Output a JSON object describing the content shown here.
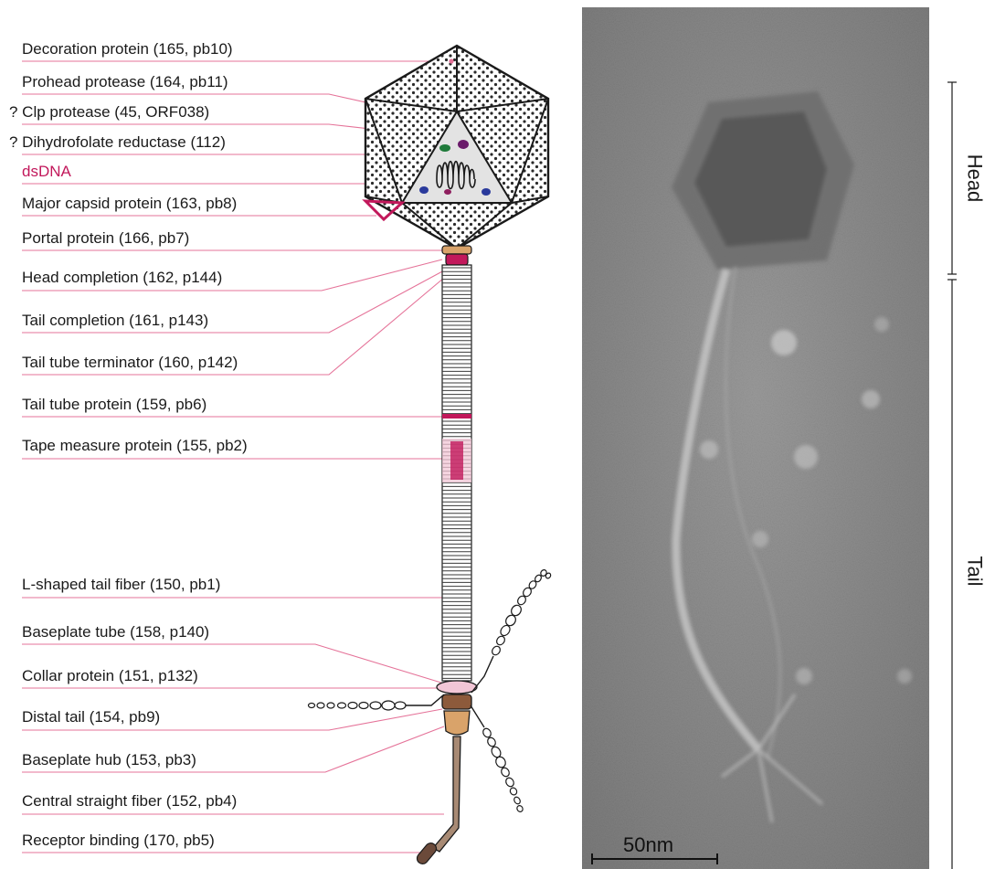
{
  "labels": [
    {
      "text": "Decoration protein (165, pb10)"
    },
    {
      "text": "Prohead protease (164, pb11)"
    },
    {
      "text": "? Clp protease (45, ORF038)"
    },
    {
      "text": "? Dihydrofolate reductase (112)"
    },
    {
      "text": "dsDNA"
    },
    {
      "text": "Major capsid protein (163, pb8)"
    },
    {
      "text": "Portal protein (166, pb7)"
    },
    {
      "text": "Head completion (162, p144)"
    },
    {
      "text": "Tail completion (161, p143)"
    },
    {
      "text": "Tail tube terminator (160, p142)"
    },
    {
      "text": "Tail tube protein (159, pb6)"
    },
    {
      "text": "Tape measure protein (155, pb2)"
    },
    {
      "text": "L-shaped tail fiber (150, pb1)"
    },
    {
      "text": "Baseplate tube (158, p140)"
    },
    {
      "text": "Collar protein (151, p132)"
    },
    {
      "text": "Distal tail (154, pb9)"
    },
    {
      "text": "Baseplate hub (153, pb3)"
    },
    {
      "text": "Central straight fiber (152, pb4)"
    },
    {
      "text": "Receptor binding (170, pb5)"
    }
  ],
  "micrograph": {
    "head_label": "Head",
    "tail_label": "Tail",
    "scale_bar": "50nm"
  },
  "colors": {
    "leader": "#e57399",
    "accent": "#c2185b",
    "outline": "#1a1a1a",
    "capsid_fill": "#ffffff",
    "brown": "#8d5a3b",
    "tan": "#d9a36a"
  }
}
